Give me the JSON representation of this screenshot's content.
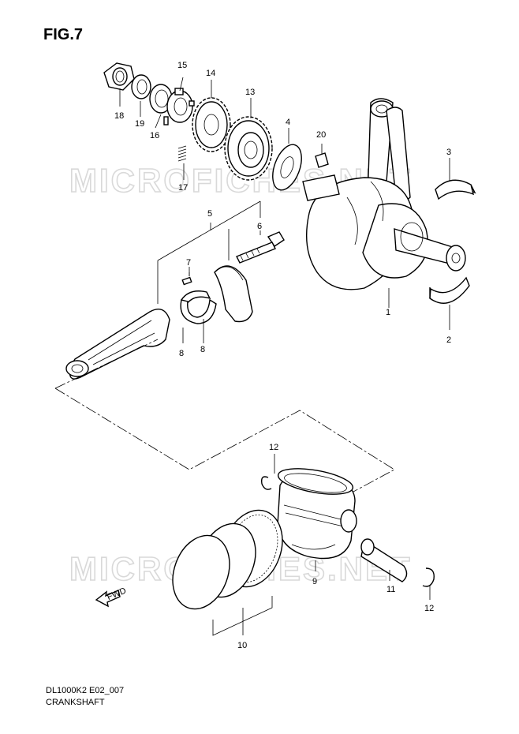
{
  "figure": {
    "title": "FIG.7",
    "code": "DL1000K2 E02_007",
    "name": "CRANKSHAFT",
    "watermark": "MICROFICHES.NET"
  },
  "callouts": [
    "1",
    "2",
    "3",
    "4",
    "5",
    "6",
    "7",
    "8",
    "8",
    "9",
    "10",
    "11",
    "12",
    "12",
    "13",
    "14",
    "15",
    "16",
    "17",
    "18",
    "19",
    "20"
  ],
  "arrow_label": "FWD"
}
